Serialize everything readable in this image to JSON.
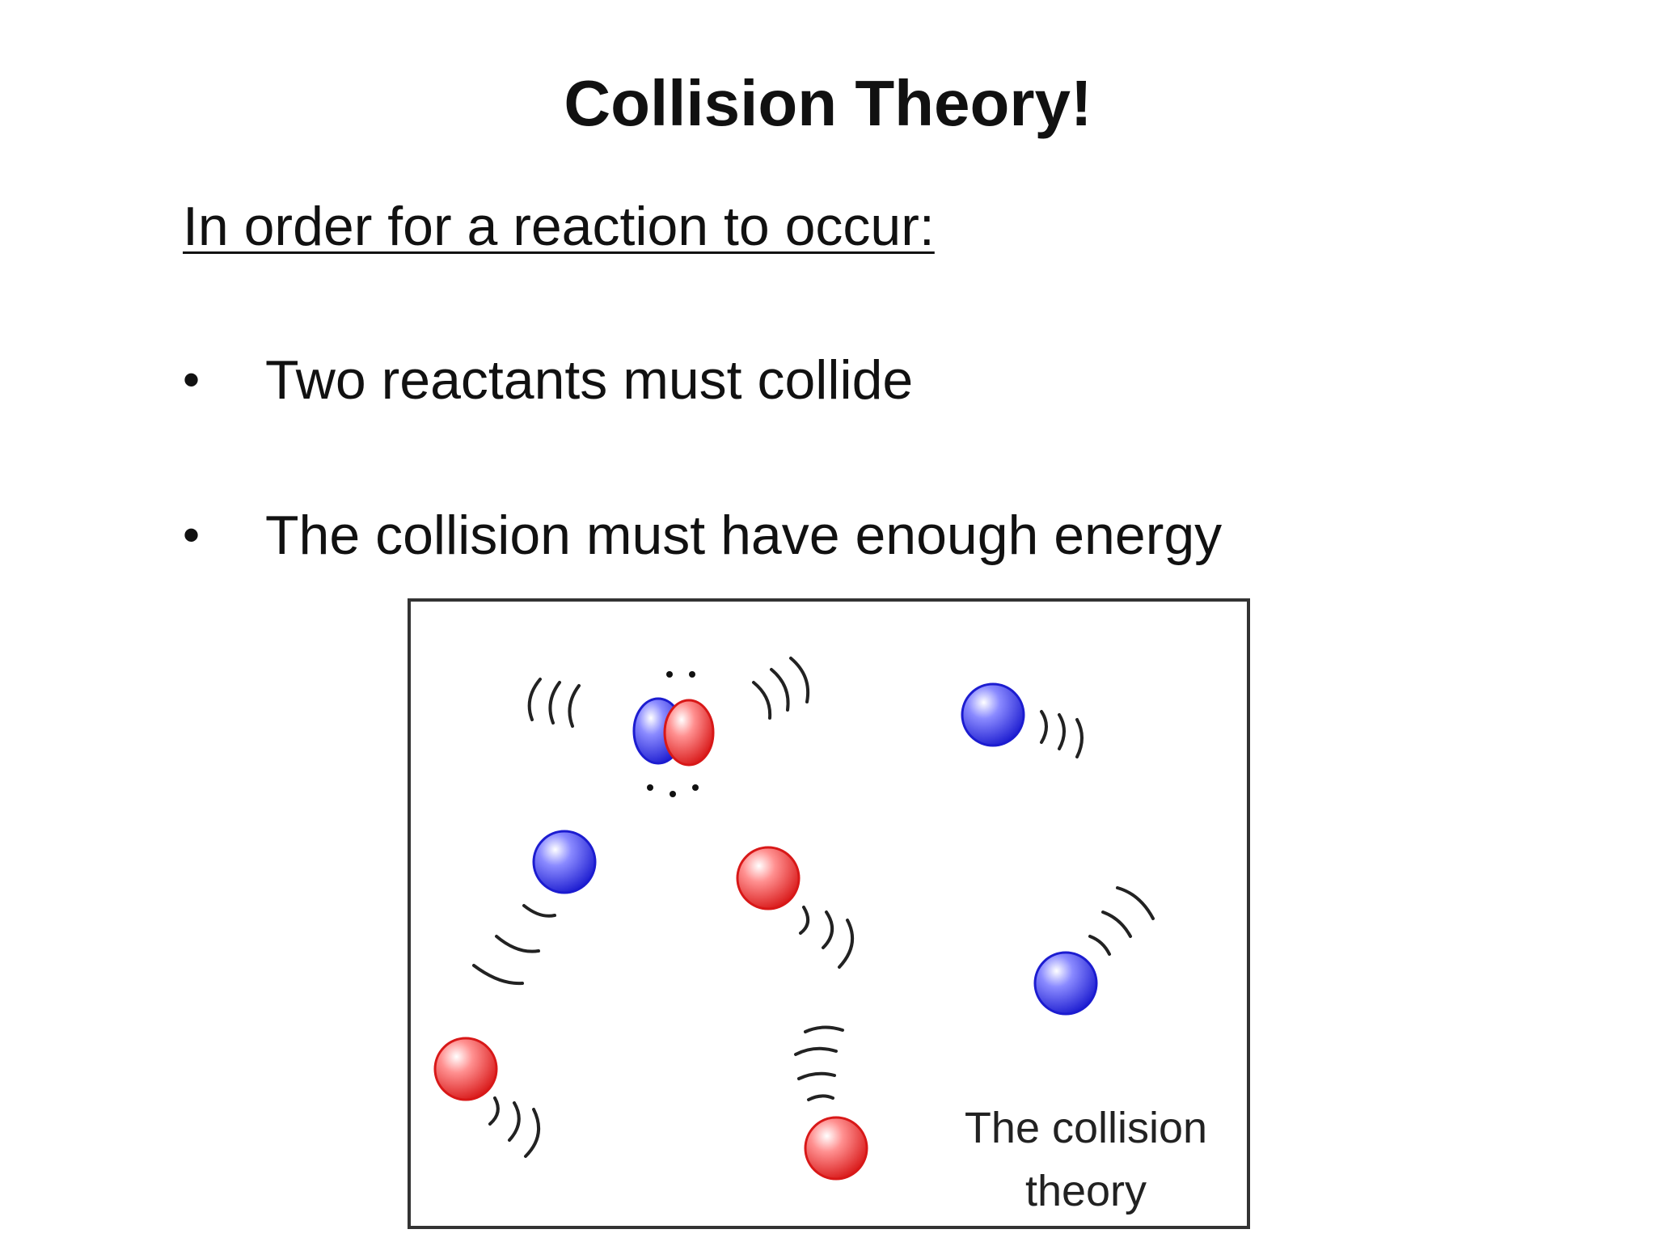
{
  "slide": {
    "title": "Collision Theory!",
    "subheading": "In order for a reaction to occur:",
    "bullets": [
      "Two reactants must collide",
      "The collision must have enough energy"
    ],
    "bullet_glyph": "•"
  },
  "figure": {
    "caption_line1": "The collision",
    "caption_line2": "theory",
    "colors": {
      "particle_a": "#2a2ae0",
      "particle_b": "#e02a2a",
      "motion_lines": "#222222",
      "border": "#333333"
    }
  }
}
